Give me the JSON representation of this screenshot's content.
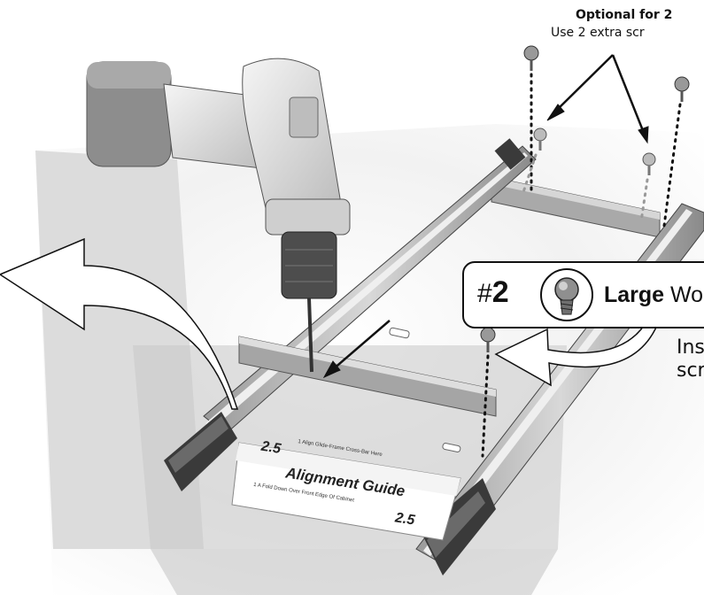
{
  "optional_note": {
    "heading": "Optional for 2",
    "sub": "Use 2 extra scr"
  },
  "callout": {
    "hash": "#",
    "number": "2",
    "label_bold": "Large",
    "label_rest": " Wood",
    "screw_icon": "screw-icon"
  },
  "install_text": {
    "line1": "Ins",
    "line2": "scr"
  },
  "guide": {
    "num_top": "2.5",
    "title": "Alignment Guide",
    "note_top": "1 Align Glide-Frame Cross-Bar Here",
    "note_bottom": "1 A Fold Down Over Front Edge Of Cabinet",
    "num_bottom": "2.5"
  },
  "colors": {
    "outline": "#111111",
    "cabinet": "#d0d0d0",
    "metal": "#b5b5b5",
    "drill_body": "#e8e8e8",
    "drill_battery": "#8c8c8c"
  }
}
